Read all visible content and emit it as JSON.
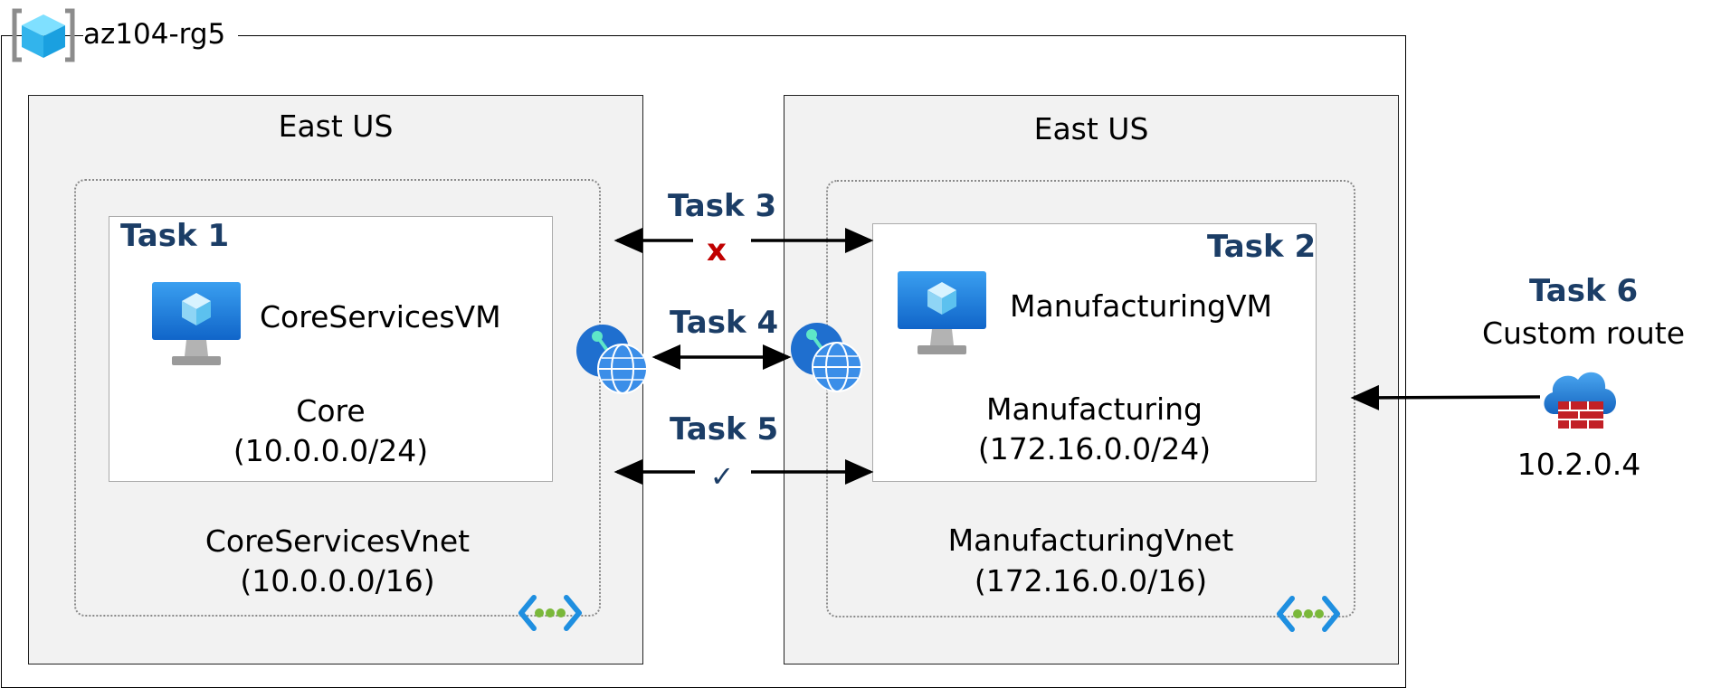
{
  "resource_group": {
    "name": "az104-rg5",
    "icon": "resource-group-icon"
  },
  "regions": [
    {
      "label": "East US"
    },
    {
      "label": "East US"
    }
  ],
  "core": {
    "task": "Task 1",
    "vm_name": "CoreServicesVM",
    "subnet_name": "Core",
    "subnet_cidr": "(10.0.0.0/24)",
    "vnet_name": "CoreServicesVnet",
    "vnet_cidr": "(10.0.0.0/16)"
  },
  "manufacturing": {
    "task": "Task 2",
    "vm_name": "ManufacturingVM",
    "subnet_name": "Manufacturing",
    "subnet_cidr": "(172.16.0.0/24)",
    "vnet_name": "ManufacturingVnet",
    "vnet_cidr": "(172.16.0.0/16)"
  },
  "links": {
    "task3": {
      "label": "Task 3",
      "status_mark": "x",
      "status_color": "#c00000"
    },
    "task4": {
      "label": "Task 4"
    },
    "task5": {
      "label": "Task 5",
      "status_mark": "✓",
      "status_color": "#1b3d66"
    }
  },
  "custom_route": {
    "task": "Task 6",
    "label": "Custom route",
    "ip": "10.2.0.4"
  },
  "colors": {
    "task_text": "#1b3d66",
    "region_fill": "#f2f2f2",
    "azure_blue": "#1f77d4",
    "firewall_red": "#c22026"
  }
}
